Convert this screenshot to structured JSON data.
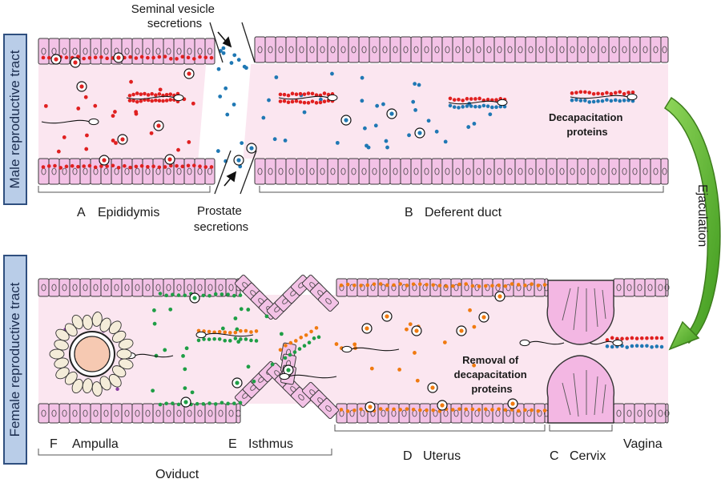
{
  "side_labels": {
    "male": "Male reproductive tract",
    "female": "Female reproductive tract"
  },
  "male": {
    "seminal_vesicle": [
      "Seminal vesicle",
      "secretions"
    ],
    "prostate": [
      "Prostate",
      "secretions"
    ],
    "decapacitation": [
      "Decapacitation",
      "proteins"
    ],
    "section_a_letter": "A",
    "section_a_name": "Epididymis",
    "section_b_letter": "B",
    "section_b_name": "Deferent duct"
  },
  "ejaculation": "Ejaculation",
  "female": {
    "removal": [
      "Removal of",
      "decapacitation",
      "proteins"
    ],
    "section_f_letter": "F",
    "section_f_name": "Ampulla",
    "section_e_letter": "E",
    "section_e_name": "Isthmus",
    "section_d_letter": "D",
    "section_d_name": "Uterus",
    "section_c_letter": "C",
    "section_c_name": "Cervix",
    "vagina": "Vagina",
    "oviduct": "Oviduct"
  },
  "colors": {
    "lumen": "#fbe6f0",
    "cell_fill": "#f3c2e6",
    "cell_stroke": "#3a3a3a",
    "red_protein": "#e02020",
    "blue_protein": "#1f78b4",
    "orange_protein": "#f07a10",
    "green_protein": "#1e9e45",
    "purple_protein": "#8a3ea0",
    "arrow_green": "#5cb82e",
    "side_box": "#b9cde8"
  }
}
